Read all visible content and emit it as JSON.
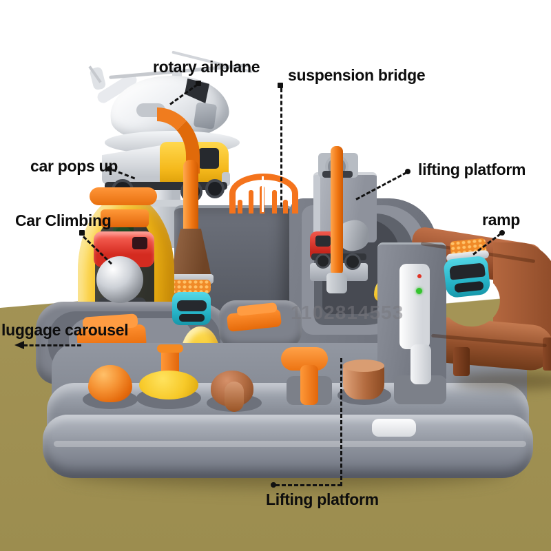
{
  "annotations": [
    {
      "id": "rotary-airplane",
      "label": "rotary airplane"
    },
    {
      "id": "suspension-bridge",
      "label": "suspension bridge"
    },
    {
      "id": "car-pops-up",
      "label": "car pops up"
    },
    {
      "id": "lifting-platform-right",
      "label": "lifting platform"
    },
    {
      "id": "car-climbing",
      "label": "Car Climbing"
    },
    {
      "id": "ramp",
      "label": "ramp"
    },
    {
      "id": "luggage-carousel",
      "label": "luggage carousel"
    },
    {
      "id": "lifting-platform-bottom",
      "label": "Lifting platform"
    }
  ],
  "watermark": {
    "text": "1102814553"
  },
  "colors": {
    "background_top": "#ffffff",
    "ground_khaki": "#a49456",
    "accent_orange": "#f07c1e",
    "toy_yellow": "#f6c92a",
    "truck_cyan": "#35c4d8",
    "car_red": "#d42b20",
    "ramp_brown": "#9a5230",
    "base_gray": "#868b95",
    "label_text": "#0d0d0d"
  }
}
